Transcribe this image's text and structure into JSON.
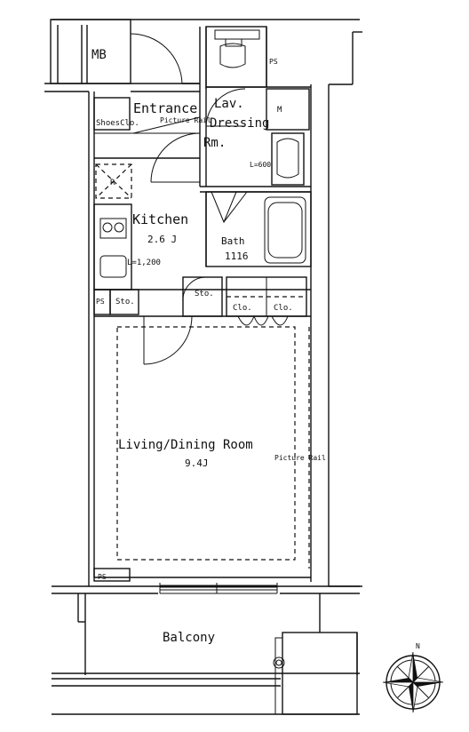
{
  "labels": {
    "mb": "MB",
    "entrance": "Entrance",
    "shoes_closet": "ShoesClo.",
    "picture_rail_top": "Picture Rail",
    "lav": "Lav.",
    "dressing": "Dressing",
    "rm": "Rm.",
    "m": "M",
    "ps_top": "PS",
    "laundry": "L=600",
    "r": "R",
    "kitchen": "Kitchen",
    "kitchen_size": "2.6 J",
    "counter": "L=1,200",
    "bath": "Bath",
    "bath_size": "1116",
    "ps_left": "PS",
    "sto_left": "Sto.",
    "sto_center": "Sto.",
    "clo_1": "Clo.",
    "clo_2": "Clo.",
    "living": "Living/Dining Room",
    "living_size": "9.4J",
    "picture_rail_right": "Picture Rail",
    "ps_bottom": "PS",
    "balcony": "Balcony",
    "north": "N"
  },
  "colors": {
    "line": "#111111",
    "background": "#ffffff"
  }
}
